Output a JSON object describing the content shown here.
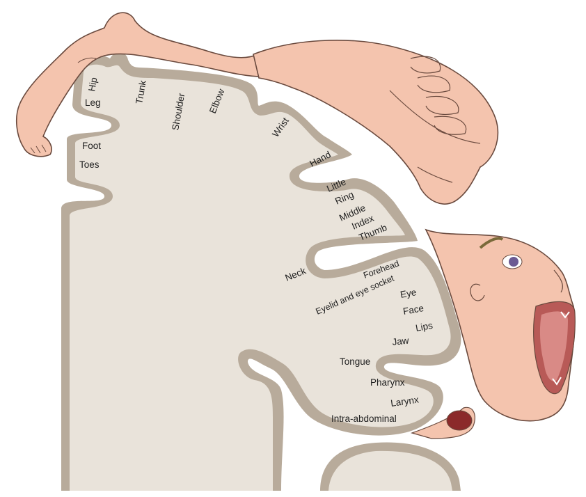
{
  "diagram": {
    "colors": {
      "cortex_fill": "#e9e3da",
      "cortex_band": "#b8ab9b",
      "skin": "#f4c4ae",
      "skin_outline": "#6a4a3e",
      "mouth": "#b85a57",
      "pharynx": "#8b2a2a",
      "eye_iris": "#6b5a93",
      "brow": "#7a6a3a"
    },
    "labels": {
      "hip": "Hip",
      "trunk": "Trunk",
      "leg": "Leg",
      "shoulder": "Shoulder",
      "elbow": "Elbow",
      "wrist": "Wrist",
      "foot": "Foot",
      "toes": "Toes",
      "hand": "Hand",
      "little": "Little",
      "ring": "Ring",
      "middle": "Middle",
      "index": "Index",
      "thumb": "Thumb",
      "neck": "Neck",
      "forehead": "Forehead",
      "eyelid": "Eyelid and eye socket",
      "eye": "Eye",
      "face": "Face",
      "lips": "Lips",
      "jaw": "Jaw",
      "tongue": "Tongue",
      "pharynx": "Pharynx",
      "larynx": "Larynx",
      "intra_abdominal": "Intra-abdominal"
    }
  }
}
